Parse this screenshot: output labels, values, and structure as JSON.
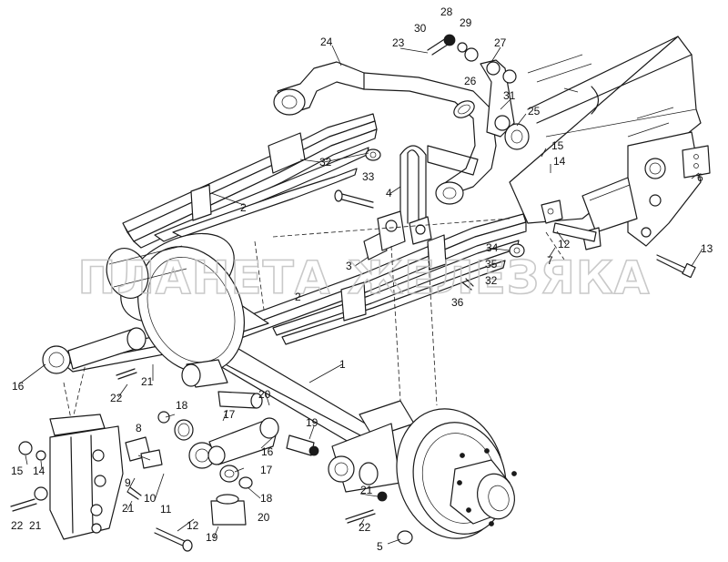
{
  "watermark": "ПЛАНЕТА ЖЕЛЕЗЯКА",
  "callouts": [
    "28",
    "29",
    "30",
    "24",
    "23",
    "27",
    "26",
    "31",
    "25",
    "15",
    "14",
    "6",
    "32",
    "33",
    "4",
    "2",
    "3",
    "34",
    "35",
    "32",
    "36",
    "12",
    "7",
    "13",
    "2",
    "1",
    "16",
    "21",
    "22",
    "18",
    "17",
    "20",
    "8",
    "19",
    "16",
    "15",
    "14",
    "9",
    "17",
    "18",
    "10",
    "11",
    "21",
    "22",
    "20",
    "21",
    "12",
    "19",
    "22",
    "5",
    "21"
  ]
}
